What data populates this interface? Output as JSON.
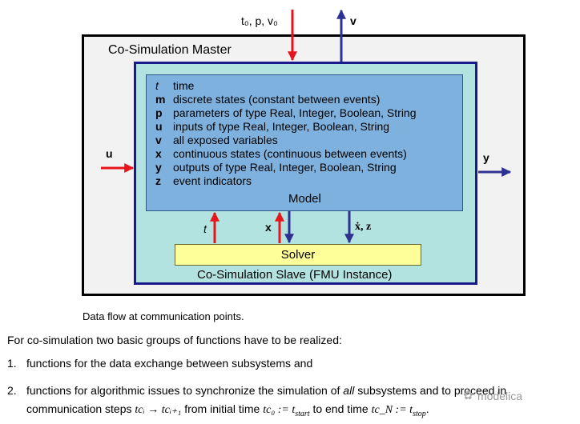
{
  "diagram": {
    "master_title": "Co-Simulation Master",
    "model_label": "Model",
    "solver_label": "Solver",
    "slave_label": "Co-Simulation Slave (FMU Instance)",
    "legend": [
      {
        "sym": "t",
        "desc": "time"
      },
      {
        "sym": "m",
        "desc": "discrete states (constant between events)"
      },
      {
        "sym": "p",
        "desc": "parameters of type Real, Integer, Boolean, String"
      },
      {
        "sym": "u",
        "desc": "inputs of type Real, Integer, Boolean, String"
      },
      {
        "sym": "v",
        "desc": "all exposed variables"
      },
      {
        "sym": "x",
        "desc": "continuous states (continuous between events)"
      },
      {
        "sym": "y",
        "desc": "outputs of type Real, Integer, Boolean, String"
      },
      {
        "sym": "z",
        "desc": "event indicators"
      }
    ],
    "top_in_label": "t₀, p, v₀",
    "top_out_label": "v",
    "left_in_label": "u",
    "right_out_label": "y",
    "t_label": "t",
    "x_label": "x",
    "xz_label": "ẋ, z",
    "colors": {
      "red": "#e8141b",
      "blue": "#2e3192"
    }
  },
  "caption": "Data flow at communication points.",
  "intro": "For co-simulation two basic groups of functions have to be realized:",
  "list": [
    {
      "num": "1.",
      "text": "functions for the data exchange between subsystems and"
    },
    {
      "num": "2.",
      "text_a": "functions for algorithmic issues to synchronize the simulation of ",
      "text_em": "all",
      "text_b": " subsystems and to proceed in",
      "line2_a": "communication steps ",
      "line2_b": " from initial time ",
      "line2_c": " to end time "
    },
    {
      "math_step": "tcᵢ → tcᵢ₊₁",
      "math_start": "tc₀ := t",
      "math_start_sub": "start",
      "math_end": "tc_N := t",
      "math_end_sub": "stop"
    }
  ],
  "watermark": "modelica"
}
